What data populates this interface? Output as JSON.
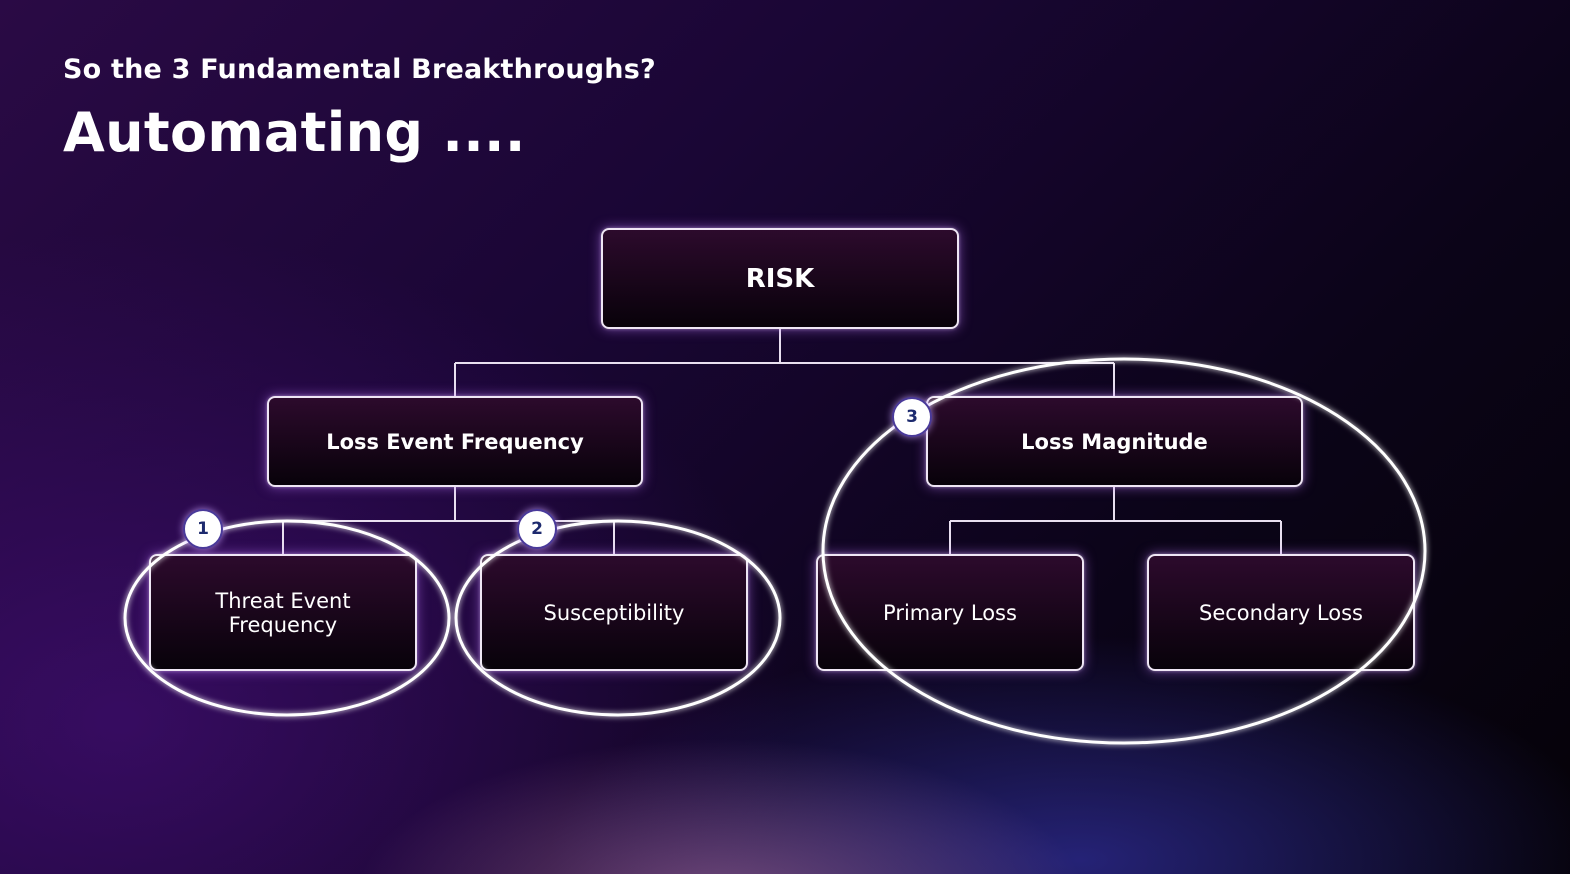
{
  "slide": {
    "subtitle": "So the 3 Fundamental Breakthroughs?",
    "title": "Automating ...."
  },
  "diagram": {
    "root": {
      "label": "RISK"
    },
    "branches": [
      {
        "label": "Loss Event Frequency",
        "children": [
          {
            "label": "Threat Event Frequency"
          },
          {
            "label": "Susceptibility"
          }
        ]
      },
      {
        "label": "Loss Magnitude",
        "children": [
          {
            "label": "Primary Loss"
          },
          {
            "label": "Secondary Loss"
          }
        ]
      }
    ],
    "highlights": [
      {
        "number": "1",
        "covers": "Threat Event Frequency"
      },
      {
        "number": "2",
        "covers": "Susceptibility"
      },
      {
        "number": "3",
        "covers": "Loss Magnitude"
      }
    ],
    "colors": {
      "node_border": "#efe6f5",
      "highlight_ring": "#ffffff",
      "badge_text": "#1d2a6e"
    }
  }
}
